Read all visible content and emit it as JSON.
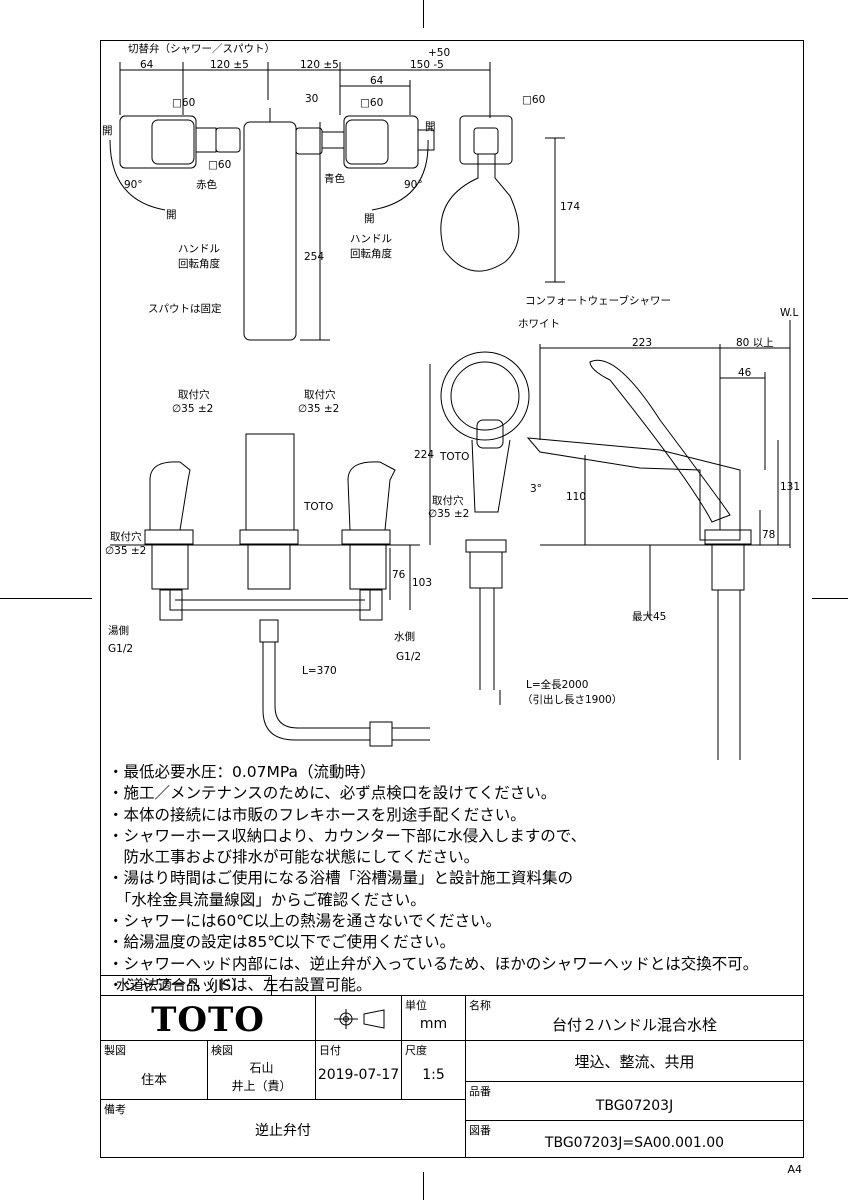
{
  "drawing": {
    "plan": {
      "switch_valve": "切替弁（シャワー／スパウト）",
      "dims_top": [
        "64",
        "120 ±5",
        "120 ±5",
        "150 -5",
        "+50",
        "64",
        "30"
      ],
      "square": "□60",
      "open": "開",
      "angle": "90°",
      "red": "赤色",
      "blue": "青色",
      "handle_angle_1": "ハンドル",
      "handle_angle_2": "回転角度",
      "spout_fixed": "スパウトは固定",
      "dim_254": "254",
      "dim_174": "174"
    },
    "elevation": {
      "comfort_wave": "コンフォートウェーブシャワー",
      "white": "ホワイト",
      "mount_hole": "取付穴",
      "hole_dia": "∅35 ±2",
      "toto_mark": "TOTO",
      "dim_224": "224",
      "dim_223": "223",
      "dim_80": "80 以上",
      "dim_46": "46",
      "dim_110": "110",
      "dim_131": "131",
      "dim_78": "78",
      "dim_76": "76",
      "dim_103": "103",
      "angle_3": "3°",
      "wl": "W.L",
      "max45": "最大45",
      "hot_side": "湯側",
      "cold_side": "水側",
      "g12": "G1/2",
      "l370": "L=370",
      "hose_len_1": "L=全長2000",
      "hose_len_2": "（引出し長さ1900）"
    }
  },
  "notes": [
    "・最低必要水圧：0.07MPa（流動時）",
    "・施工／メンテナンスのために、必ず点検口を設けてください。",
    "・本体の接続には市販のフレキホースを別途手配ください。",
    "・シャワーホース収納口より、カウンター下部に水侵入しますので、",
    "　防水工事および排水が可能な状態にしてください。",
    "・湯はり時間はご使用になる浴槽「浴槽湯量」と設計施工資料集の",
    "　「水栓金具流量線図」からご確認ください。",
    "・シャワーには60℃以上の熱湯を通さないでください。",
    "・給湯温度の設定は85℃以下でご使用ください。",
    "・シャワーヘッド内部には、逆止弁が入っているため、ほかのシャワーヘッドとは交換不可。",
    "・シャワーヘッドは、左右設置可能。"
  ],
  "jis": "水道法適合品（JIS）",
  "title_block": {
    "logo": "TOTO",
    "unit_label": "単位",
    "unit": "mm",
    "name_label": "名称",
    "name1": "台付２ハンドル混合水栓",
    "name2": "埋込、整流、共用",
    "drawn_label": "製図",
    "drawn": "住本",
    "check_label": "検図",
    "check1": "石山",
    "check2": "井上（貴）",
    "date_label": "日付",
    "date": "2019-07-17",
    "scale_label": "尺度",
    "scale": "1:5",
    "part_label": "品番",
    "part": "TBG07203J",
    "remarks_label": "備考",
    "remarks": "逆止弁付",
    "dwg_label": "図番",
    "dwg": "TBG07203J=SA00.001.00"
  },
  "paper": "A4"
}
